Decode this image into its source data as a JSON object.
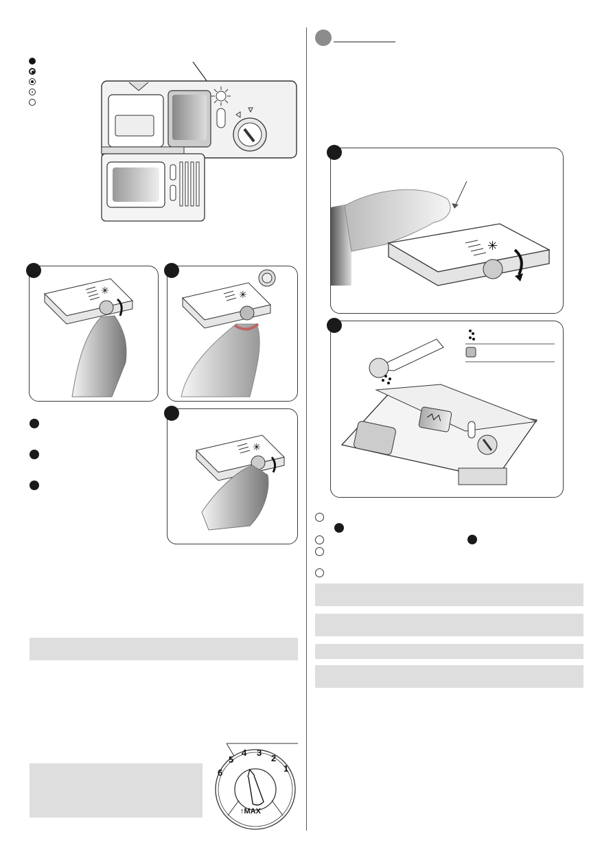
{
  "left": {
    "level_legend": [
      "filled",
      "ring-dot",
      "ring-dot",
      "ring-small-dot",
      "empty"
    ],
    "step_badges": [
      "",
      "",
      ""
    ],
    "side_notes": [
      "",
      "",
      ""
    ],
    "gray_note": "",
    "gray_box": "",
    "dial": {
      "numbers": [
        "1",
        "2",
        "3",
        "4",
        "5",
        "6"
      ],
      "max_label": "MAX"
    }
  },
  "right": {
    "section_badge": "",
    "section_title": "",
    "panel_badges": [
      "",
      ""
    ],
    "detergent_legend": [
      "powder-icon",
      "tablet-icon"
    ],
    "notes_badges": [
      "",
      ""
    ],
    "gray_bars": [
      "",
      "",
      "",
      ""
    ]
  },
  "colors": {
    "badge": "#1a1a1a",
    "gray_bar": "#dedede",
    "panel_border": "#3a3a3a"
  }
}
